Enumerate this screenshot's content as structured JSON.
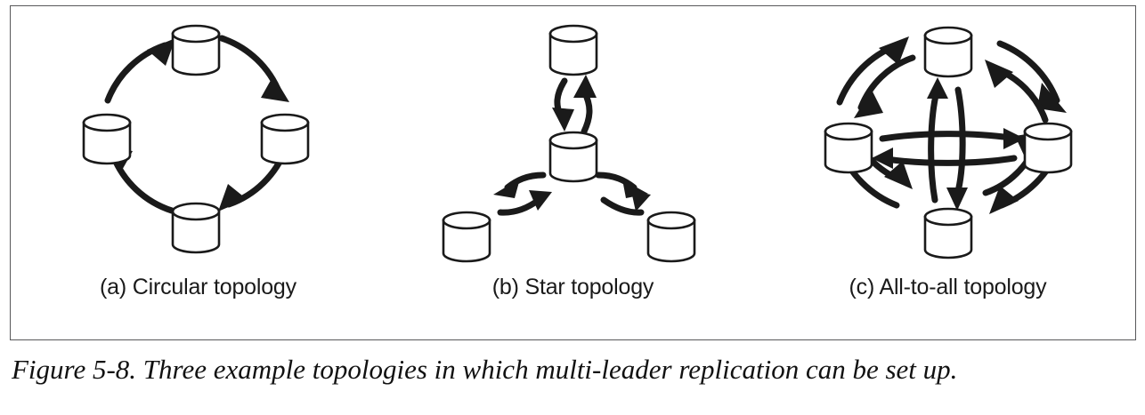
{
  "figure": {
    "caption": "Figure 5-8. Three example topologies in which multi-leader replication can be set up.",
    "border_color": "#58585a",
    "ink_color": "#1a1a1a",
    "background_color": "#ffffff"
  },
  "panels": [
    {
      "id": "circular",
      "label": "(a) Circular topology",
      "node_count": 4,
      "node_icon": "database-cylinder-icon",
      "node_positions": [
        "top",
        "right",
        "bottom",
        "left"
      ],
      "connection_count": 4,
      "connection_style": "single-directed-curved-arrow",
      "direction": "clockwise",
      "edges": [
        {
          "from": "top",
          "to": "right",
          "arrows": "one-way"
        },
        {
          "from": "right",
          "to": "bottom",
          "arrows": "one-way"
        },
        {
          "from": "bottom",
          "to": "left",
          "arrows": "one-way"
        },
        {
          "from": "left",
          "to": "top",
          "arrows": "one-way"
        }
      ]
    },
    {
      "id": "star",
      "label": "(b) Star topology",
      "node_count": 4,
      "node_icon": "database-cylinder-icon",
      "node_positions": [
        "top",
        "center-hub",
        "bottom-left",
        "bottom-right"
      ],
      "connection_count": 3,
      "connection_style": "paired-bidirectional-curved-arrows",
      "edges": [
        {
          "from": "center-hub",
          "to": "top",
          "arrows": "two-way"
        },
        {
          "from": "center-hub",
          "to": "bottom-left",
          "arrows": "two-way"
        },
        {
          "from": "center-hub",
          "to": "bottom-right",
          "arrows": "two-way"
        }
      ]
    },
    {
      "id": "all-to-all",
      "label": "(c) All-to-all topology",
      "node_count": 4,
      "node_icon": "database-cylinder-icon",
      "node_positions": [
        "top",
        "right",
        "bottom",
        "left"
      ],
      "connection_count": 6,
      "connection_style": "paired-bidirectional-curved-arrows",
      "edges": [
        {
          "from": "top",
          "to": "right",
          "arrows": "two-way"
        },
        {
          "from": "right",
          "to": "bottom",
          "arrows": "two-way"
        },
        {
          "from": "bottom",
          "to": "left",
          "arrows": "two-way"
        },
        {
          "from": "left",
          "to": "top",
          "arrows": "two-way"
        },
        {
          "from": "left",
          "to": "right",
          "arrows": "two-way"
        },
        {
          "from": "top",
          "to": "bottom",
          "arrows": "two-way"
        }
      ]
    }
  ]
}
